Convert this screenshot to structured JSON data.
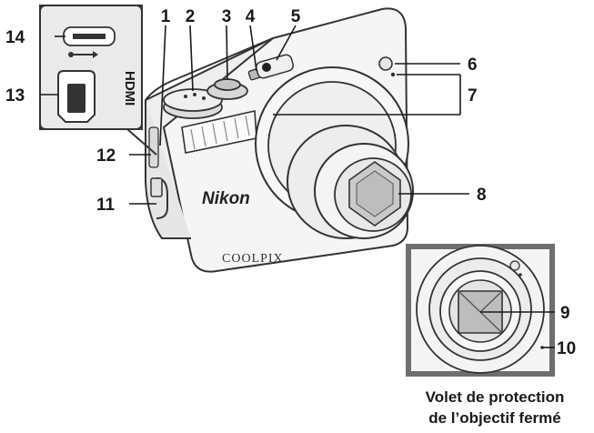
{
  "callouts": {
    "n1": "1",
    "n2": "2",
    "n3": "3",
    "n4": "4",
    "n5": "5",
    "n6": "6",
    "n7": "7",
    "n8": "8",
    "n9": "9",
    "n10": "10",
    "n11": "11",
    "n12": "12",
    "n13": "13",
    "n14": "14"
  },
  "camera": {
    "brand": "Nikon",
    "model": "COOLPIX",
    "port_label": "HDMI"
  },
  "inset_caption": {
    "line1": "Volet de protection",
    "line2": "de l’objectif fermé"
  },
  "colors": {
    "body": "#f3f3f3",
    "outline": "#333333",
    "inset_border": "#6e6e6e",
    "port_panel": "#eaeaea",
    "lens_glass": "#c9c9c9"
  }
}
